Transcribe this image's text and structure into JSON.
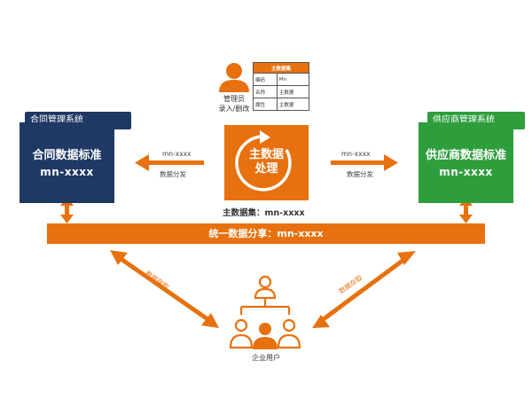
{
  "admin": {
    "caption_line1": "管理员",
    "caption_line2": "录入/删改",
    "icon": "user-icon"
  },
  "master_table": {
    "header": "主数据集",
    "rows": [
      [
        "编码",
        "Mn"
      ],
      [
        "名称",
        "主数据"
      ],
      [
        "属性",
        "主数据"
      ]
    ]
  },
  "center": {
    "title_line1": "主数据",
    "title_line2": "处理",
    "caption": "主数据集：mn-xxxx",
    "icon": "refresh-cycle-icon"
  },
  "left_system": {
    "tab_label": "合同管理系统",
    "title": "合同数据标准",
    "code": "mn-xxxx",
    "color": "#1f3864"
  },
  "right_system": {
    "tab_label": "供应商管理系统",
    "title": "供应商数据标准",
    "code": "mn-xxxx",
    "color": "#2e9e3d"
  },
  "left_flow": {
    "code": "mn-xxxx",
    "label": "数据分发"
  },
  "right_flow": {
    "code": "mn-xxxx",
    "label": "数据分发"
  },
  "share_bar": {
    "label": "统一数据分享：mn-xxxx"
  },
  "access_left": "数据存取",
  "access_right": "数据存取",
  "users": {
    "caption": "企业用户",
    "icon": "org-users-icon"
  },
  "colors": {
    "accent": "#e7710e",
    "navy": "#1f3864",
    "green": "#2e9e3d"
  }
}
